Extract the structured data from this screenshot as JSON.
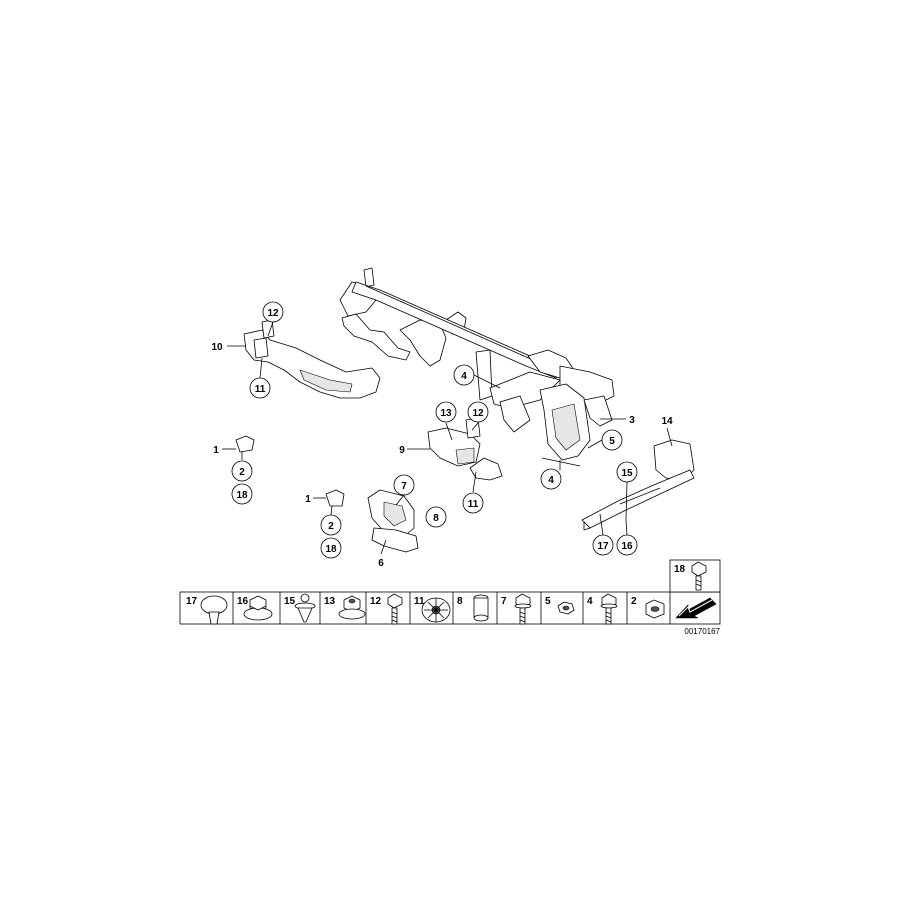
{
  "diagram": {
    "callouts": {
      "c12a": "12",
      "c10": "10",
      "c11a": "11",
      "c4a": "4",
      "c3": "3",
      "c5": "5",
      "c4b": "4",
      "c13": "13",
      "c12b": "12",
      "c9": "9",
      "c11b": "11",
      "c14": "14",
      "c15": "15",
      "c17": "17",
      "c16": "16",
      "c1a": "1",
      "c2a": "2",
      "c18a": "18",
      "c1b": "1",
      "c2b": "2",
      "c18b": "18",
      "c7": "7",
      "c8": "8",
      "c6": "6"
    },
    "legend": [
      "17",
      "16",
      "15",
      "13",
      "12",
      "11",
      "8",
      "7",
      "5",
      "4",
      "2"
    ],
    "legend_top": "18",
    "part_number": "00170167"
  }
}
